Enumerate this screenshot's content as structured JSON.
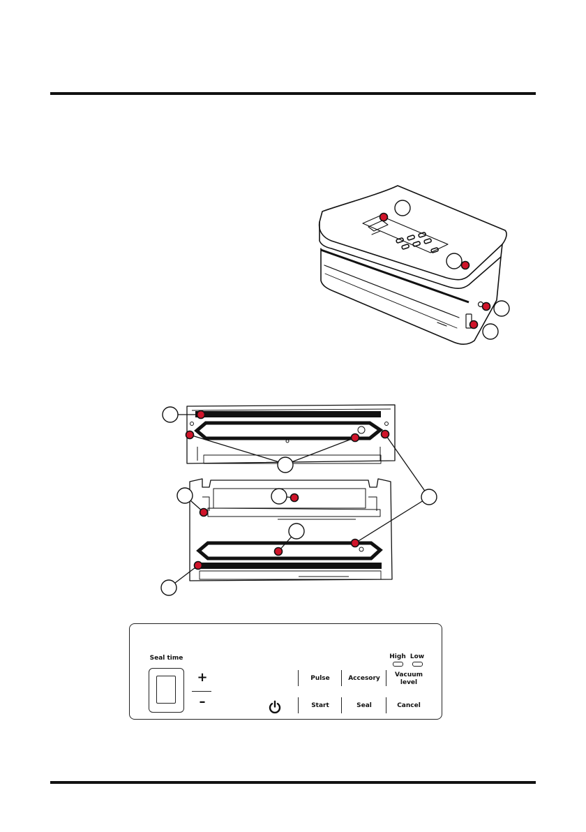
{
  "control_panel": {
    "seal_time_label": "Seal time",
    "plus_symbol": "+",
    "minus_symbol": "–",
    "power_icon": "power-icon",
    "vacuum_level_indicators": {
      "high": "High",
      "low": "Low"
    },
    "buttons_top": [
      "Pulse",
      "Accesory",
      "Vacuum level"
    ],
    "buttons_bottom": [
      "Start",
      "Seal",
      "Cancel"
    ]
  },
  "callout_markers": {
    "fill_color": "#d0142a",
    "stroke_color": "#111111"
  }
}
